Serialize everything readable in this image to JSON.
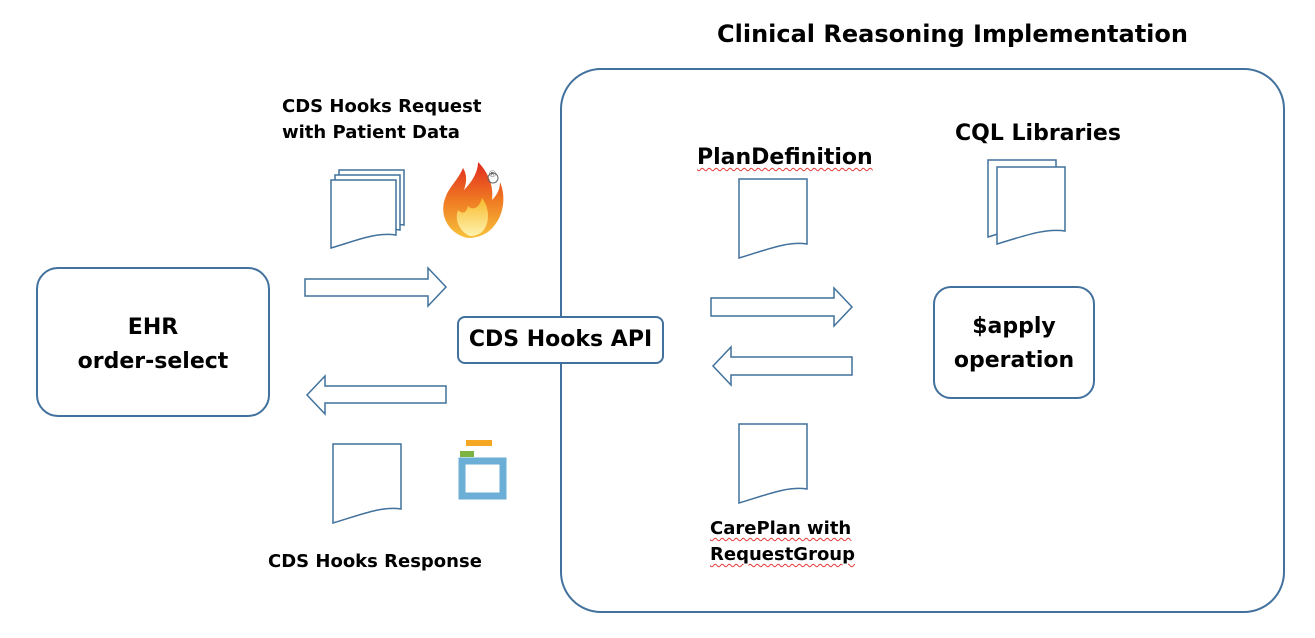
{
  "title": "Clinical Reasoning Implementation",
  "left": {
    "ehr_line1": "EHR",
    "ehr_line2": "order-select",
    "request_line1": "CDS Hooks Request",
    "request_line2": "with Patient Data",
    "response": "CDS Hooks Response",
    "fhir_logo_mark": "®"
  },
  "api": {
    "label": "CDS Hooks API"
  },
  "right": {
    "plan_definition": "PlanDefinition",
    "cql_libraries": "CQL Libraries",
    "apply_line1": "$apply",
    "apply_line2": "operation",
    "careplan_line1": "CarePlan with",
    "careplan_line2": "RequestGroup"
  },
  "colors": {
    "outline": "#41719c",
    "smart_green": "#7cb342",
    "smart_orange": "#f5a623",
    "smart_blue": "#6baed6",
    "spellcheck": "#e53935"
  },
  "icons": [
    "fhir-flame-icon",
    "smart-logo-icon",
    "document-icon",
    "document-stack-icon",
    "arrow-right-icon",
    "arrow-left-icon"
  ]
}
